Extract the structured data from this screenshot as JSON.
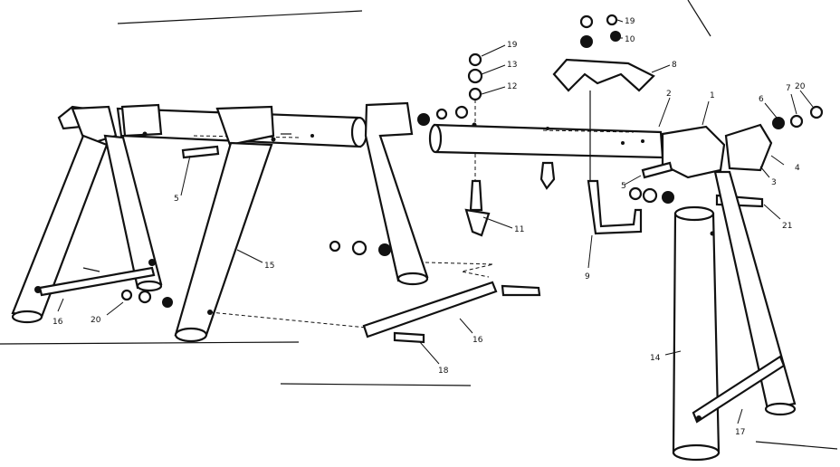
{
  "callouts": [
    {
      "id": "c1",
      "text": "1"
    },
    {
      "id": "c2",
      "text": "2"
    },
    {
      "id": "c3",
      "text": "3"
    },
    {
      "id": "c4",
      "text": "4"
    },
    {
      "id": "c5a",
      "text": "5"
    },
    {
      "id": "c5b",
      "text": "5"
    },
    {
      "id": "c6",
      "text": "6"
    },
    {
      "id": "c7",
      "text": "7"
    },
    {
      "id": "c8",
      "text": "8"
    },
    {
      "id": "c9",
      "text": "9"
    },
    {
      "id": "c10",
      "text": "10"
    },
    {
      "id": "c11",
      "text": "11"
    },
    {
      "id": "c12",
      "text": "12"
    },
    {
      "id": "c13",
      "text": "13"
    },
    {
      "id": "c14",
      "text": "14"
    },
    {
      "id": "c15",
      "text": "15"
    },
    {
      "id": "c16a",
      "text": "16"
    },
    {
      "id": "c16b",
      "text": "16"
    },
    {
      "id": "c17",
      "text": "17"
    },
    {
      "id": "c18",
      "text": "18"
    },
    {
      "id": "c19a",
      "text": "19"
    },
    {
      "id": "c19b",
      "text": "19"
    },
    {
      "id": "c20a",
      "text": "20"
    },
    {
      "id": "c20b",
      "text": "20"
    },
    {
      "id": "c21",
      "text": "21"
    }
  ]
}
